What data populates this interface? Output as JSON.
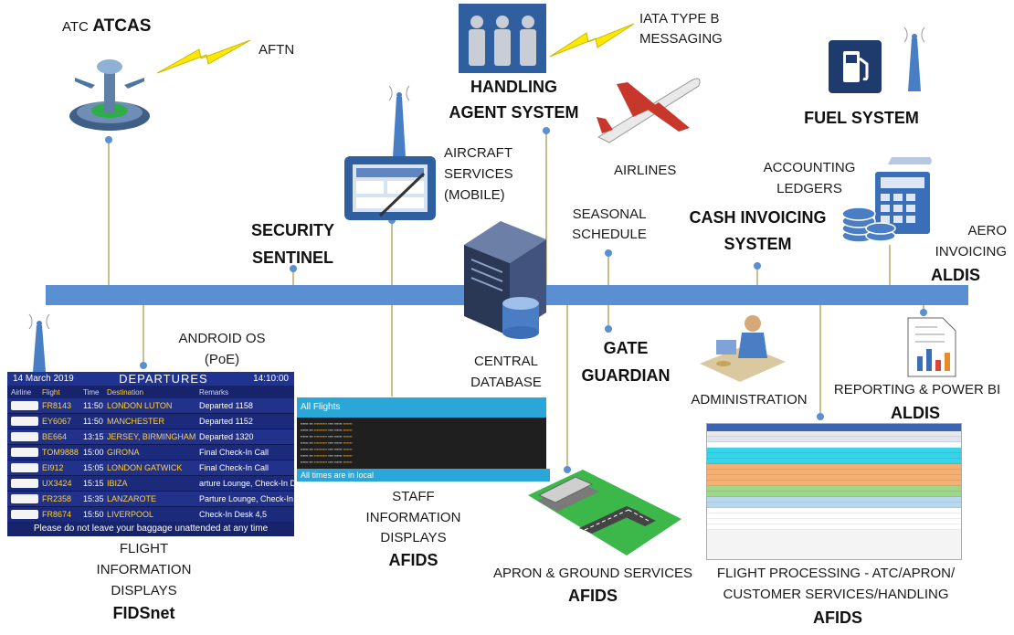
{
  "labels": {
    "atcas_prefix": "ATC",
    "atcas": "ATCAS",
    "aftn": "AFTN",
    "iata_line1": "IATA TYPE B",
    "iata_line2": "MESSAGING",
    "handling_line1": "HANDLING",
    "handling_line2": "AGENT SYSTEM",
    "airlines": "AIRLINES",
    "fuel": "FUEL SYSTEM",
    "aircraft_line1": "AIRCRAFT",
    "aircraft_line2": "SERVICES",
    "aircraft_line3": "(MOBILE)",
    "security_line1": "SECURITY",
    "security_line2": "SENTINEL",
    "seasonal_line1": "SEASONAL",
    "seasonal_line2": "SCHEDULE",
    "cash_line1": "CASH INVOICING",
    "cash_line2": "SYSTEM",
    "accounting_line1": "ACCOUNTING",
    "accounting_line2": "LEDGERS",
    "aero_line1": "AERO",
    "aero_line2": "INVOICING",
    "aldis_1": "ALDIS",
    "android_line1": "ANDROID OS",
    "android_line2": "(PoE)",
    "central_line1": "CENTRAL",
    "central_line2": "DATABASE",
    "gate_line1": "GATE",
    "gate_line2": "GUARDIAN",
    "administration": "ADMINISTRATION",
    "reporting": "REPORTING & POWER BI",
    "aldis_2": "ALDIS",
    "fids_line1": "FLIGHT",
    "fids_line2": "INFORMATION",
    "fids_line3": "DISPLAYS",
    "fidsnet": "FIDSnet",
    "staff_line1": "STAFF",
    "staff_line2": "INFORMATION",
    "staff_line3": "DISPLAYS",
    "afids_1": "AFIDS",
    "apron": "APRON & GROUND SERVICES",
    "afids_2": "AFIDS",
    "fp_line1": "FLIGHT PROCESSING - ATC/APRON/",
    "fp_line2": "CUSTOMER SERVICES/HANDLING",
    "afids_3": "AFIDS"
  },
  "fids_board": {
    "date": "14 March 2019",
    "title": "DEPARTURES",
    "time": "14:10:00",
    "columns": [
      "Airline",
      "Flight",
      "Time",
      "Destination",
      "Remarks"
    ],
    "rows": [
      {
        "flight": "FR8143",
        "time": "11:50",
        "destination": "LONDON LUTON",
        "remarks": "Departed 1158"
      },
      {
        "flight": "EY6067",
        "time": "11:50",
        "destination": "MANCHESTER",
        "remarks": "Departed 1152"
      },
      {
        "flight": "BE664",
        "time": "13:15",
        "destination": "JERSEY, BIRMINGHAM",
        "remarks": "Departed 1320"
      },
      {
        "flight": "TOM9888",
        "time": "15:00",
        "destination": "GIRONA",
        "remarks": "Final Check-In Call"
      },
      {
        "flight": "EI912",
        "time": "15:05",
        "destination": "LONDON GATWICK",
        "remarks": "Final Check-In Call"
      },
      {
        "flight": "UX3424",
        "time": "15:15",
        "destination": "IBIZA",
        "remarks": "arture Lounge, Check-In De"
      },
      {
        "flight": "FR2358",
        "time": "15:35",
        "destination": "LANZAROTE",
        "remarks": "Parture Lounge, Check-In D"
      },
      {
        "flight": "FR8674",
        "time": "15:50",
        "destination": "LIVERPOOL",
        "remarks": "Check-In Desk 4,5"
      }
    ],
    "footer": "Please do not leave your baggage unattended at any time"
  },
  "staff_display": {
    "title": "All Flights",
    "footer": "All times are in local"
  },
  "colors": {
    "bus": "#5a8fd1",
    "connector": "#c9bf8c",
    "fids_bg": "#1b2a7a",
    "highlight": "#ffd23f"
  },
  "icons": [
    "control-tower-icon",
    "lightning-icon",
    "people-icon",
    "airplane-icon",
    "fuel-pump-icon",
    "antenna-icon",
    "tablet-icon",
    "server-icon",
    "database-icon",
    "calculator-icon",
    "coins-icon",
    "report-icon",
    "admin-desk-icon",
    "apron-icon"
  ]
}
